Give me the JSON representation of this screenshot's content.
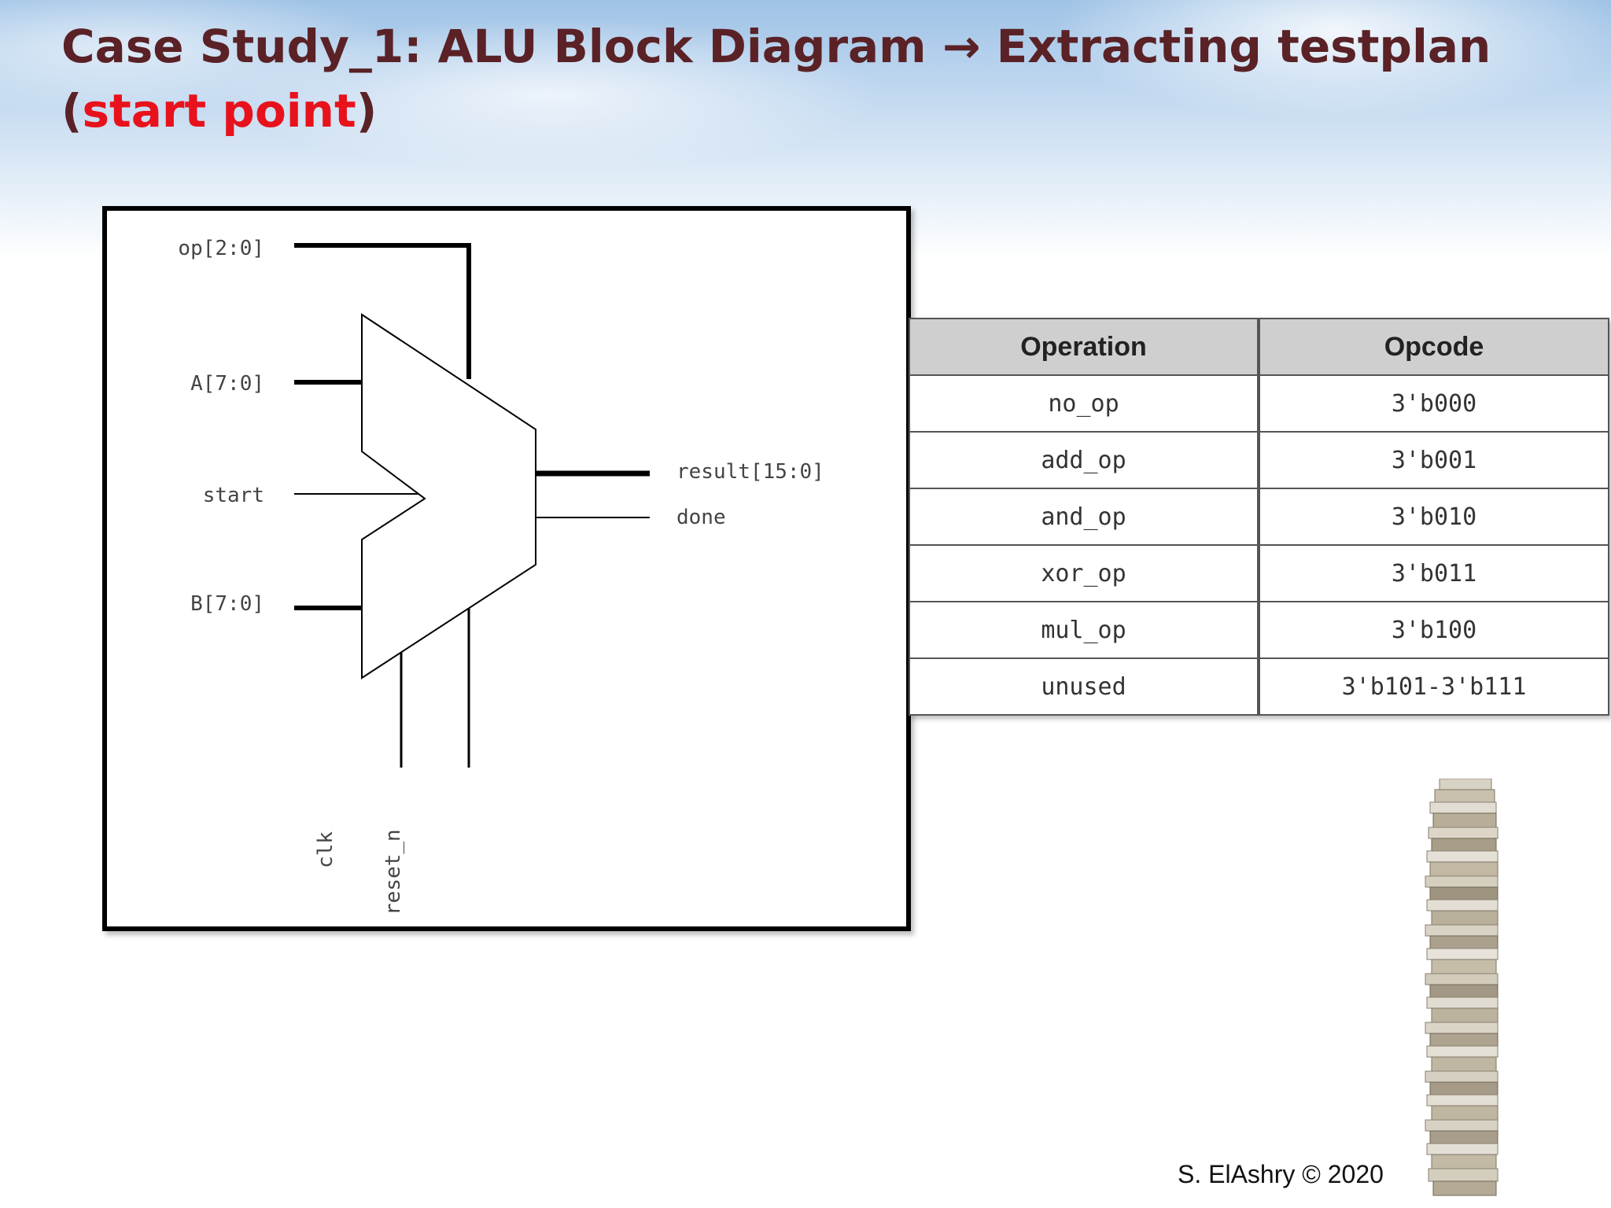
{
  "slide": {
    "title_part1": "Case Study_1: ALU Block Diagram ",
    "title_arrow": "→",
    "title_part2": " Extracting testplan",
    "title_line2_open": "(",
    "title_line2_highlight": "start point",
    "title_line2_close": ")"
  },
  "diagram": {
    "signals": {
      "op": "op[2:0]",
      "a": "A[7:0]",
      "start": "start",
      "b": "B[7:0]",
      "result": "result[15:0]",
      "done": "done",
      "clk": "clk",
      "reset_n": "reset_n"
    }
  },
  "opcode_table": {
    "headers": [
      "Operation",
      "Opcode"
    ],
    "rows": [
      [
        "no_op",
        "3'b000"
      ],
      [
        "add_op",
        "3'b001"
      ],
      [
        "and_op",
        "3'b010"
      ],
      [
        "xor_op",
        "3'b011"
      ],
      [
        "mul_op",
        "3'b100"
      ],
      [
        "unused",
        "3'b101-3'b111"
      ]
    ]
  },
  "footer": {
    "copyright": "S. ElAshry © 2020"
  },
  "colors": {
    "title": "#5a2226",
    "title_highlight": "#e8121c",
    "table_header_bg": "#cfcfcf"
  }
}
